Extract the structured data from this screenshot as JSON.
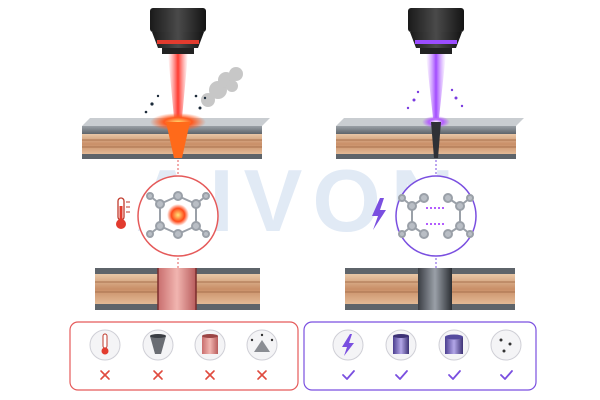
{
  "watermark": {
    "text": "AIVON"
  },
  "colors": {
    "uv_accent": "#7a4fe0",
    "uv_beam": "#b46cf7",
    "ir_accent": "#e55a5a",
    "ir_beam": "#f0433a",
    "check": "#7a4fe0",
    "cross": "#e04b3f"
  },
  "panels": [
    {
      "laser": "ir",
      "icons": [
        {
          "name": "thermometer-icon",
          "status": "cross"
        },
        {
          "name": "tapered-hole-icon",
          "status": "cross"
        },
        {
          "name": "charred-wall-icon",
          "status": "cross"
        },
        {
          "name": "debris-splash-icon",
          "status": "cross"
        }
      ]
    },
    {
      "laser": "uv",
      "icons": [
        {
          "name": "lightning-icon",
          "status": "check"
        },
        {
          "name": "straight-hole-icon",
          "status": "check"
        },
        {
          "name": "clean-cylinder-icon",
          "status": "check"
        },
        {
          "name": "clean-dots-icon",
          "status": "check"
        }
      ]
    }
  ]
}
